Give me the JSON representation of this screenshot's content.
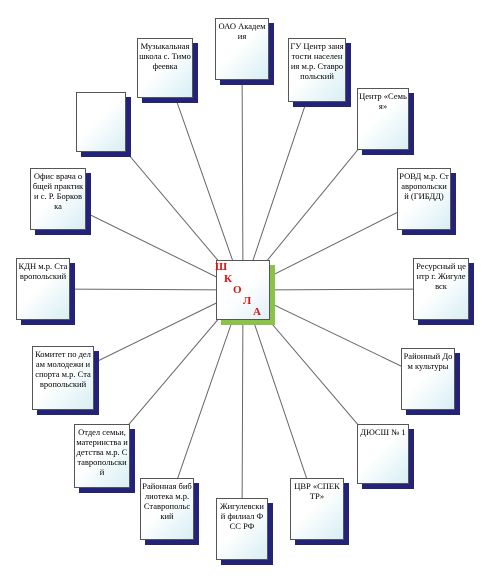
{
  "center": {
    "letters": [
      "Ш",
      "К",
      "О",
      "Л",
      "А"
    ],
    "accent_color": "#e01010",
    "shadow_color": "#8bc34a"
  },
  "nodes": [
    {
      "id": "oao",
      "label": "ОАО Академия"
    },
    {
      "id": "gu",
      "label": "ГУ Центр занятости населения м.р. Ставропольский"
    },
    {
      "id": "semya",
      "label": "Центр «Семья»"
    },
    {
      "id": "rovd",
      "label": "РОВД м.р. Ставропольский (ГИБДД)"
    },
    {
      "id": "resource",
      "label": "Ресурсный центр г. Жигулевск"
    },
    {
      "id": "dom",
      "label": "Районный Дом культуры"
    },
    {
      "id": "dyussh",
      "label": "ДЮСШ № 1"
    },
    {
      "id": "cvr",
      "label": "ЦВР «СПЕКТР»"
    },
    {
      "id": "fss",
      "label": "Жигулевский филиал ФСС РФ"
    },
    {
      "id": "library",
      "label": "Районная библиотека м.р. Ставропольский"
    },
    {
      "id": "otdel",
      "label": "Отдел семьи, материнства и детства м.р. Ставропольский"
    },
    {
      "id": "komitet",
      "label": "Комитет по делам молодежи и спорта м.р. Ставропольский"
    },
    {
      "id": "kdn",
      "label": "КДН м.р. Ставропольский"
    },
    {
      "id": "ofis",
      "label": "Офис врача общей практики с. Р. Борковка"
    },
    {
      "id": "empty",
      "label": ""
    },
    {
      "id": "music",
      "label": "Музыкальная школа с. Тимофеевка"
    }
  ],
  "colors": {
    "shadow": "#23237a",
    "line": "#666666"
  }
}
